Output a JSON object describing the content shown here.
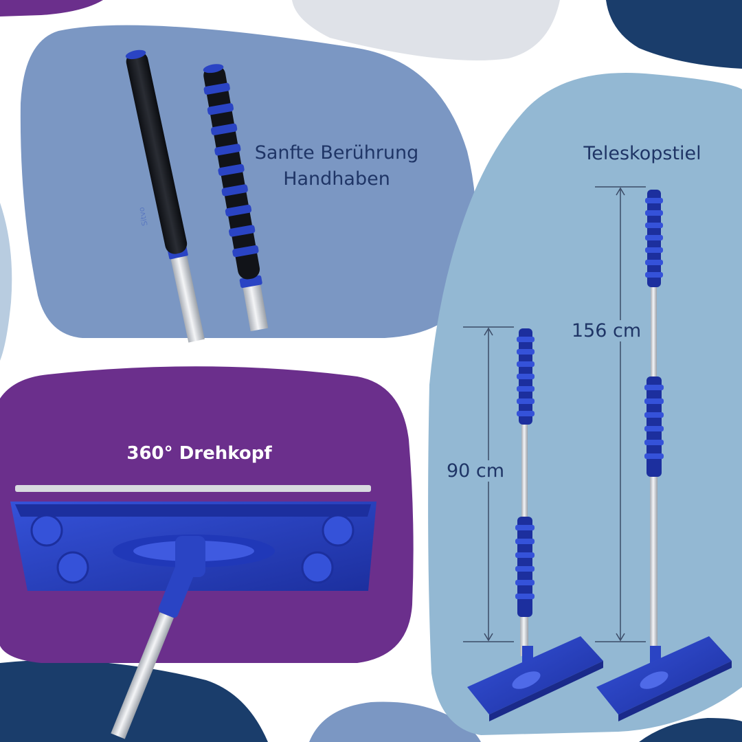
{
  "handles": {
    "caption_line1": "Sanfte Berührung",
    "caption_line2": "Handhaben",
    "brand_mark": "Sitvo"
  },
  "telescopic": {
    "title": "Teleskopstiel",
    "length_extended": "156 cm",
    "length_collapsed": "90 cm"
  },
  "mop_head": {
    "title": "360° Drehkopf"
  },
  "colors": {
    "panel_handles": "#7b97c3",
    "panel_telescopic": "#93b8d3",
    "panel_mop_head": "#6b2f8c",
    "accent_navy": "#1a3d6b",
    "product_blue": "#2a44c4",
    "text_dark": "#1f3566",
    "text_light": "#ffffff"
  }
}
